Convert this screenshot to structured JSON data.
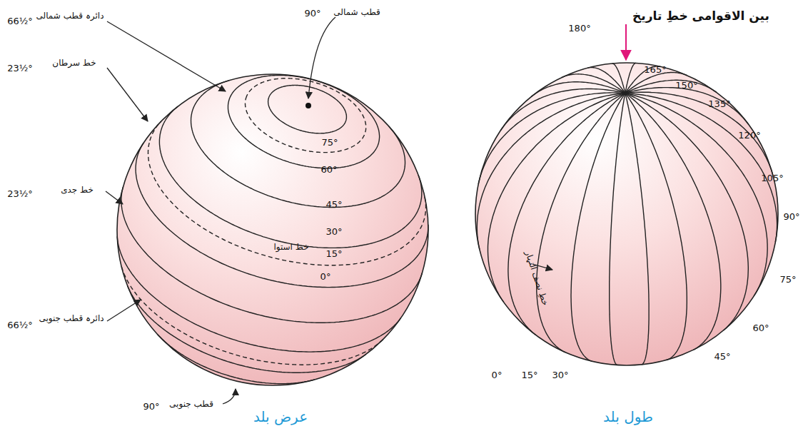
{
  "diagram": {
    "labels": [
      "قطب شمالی",
      "90°",
      "دائرہ قطب شمالی",
      "66½°",
      "خط سرطان",
      "23½°",
      "خط جدی",
      "23½°",
      "دائرہ قطب جنوبی",
      "66½°",
      "قطب جنوبی",
      "90°",
      "75°",
      "60°",
      "45°",
      "30°",
      "15°",
      "0°",
      "خط استوا",
      "عرض بلد",
      "بین الاقوامی خطِ تاریخ",
      "180°",
      "165°",
      "150°",
      "135°",
      "120°",
      "105°",
      "90°",
      "75°",
      "60°",
      "45°",
      "30°",
      "15°",
      "0°",
      "خطِ نصف النہار",
      "طول بلد"
    ]
  }
}
